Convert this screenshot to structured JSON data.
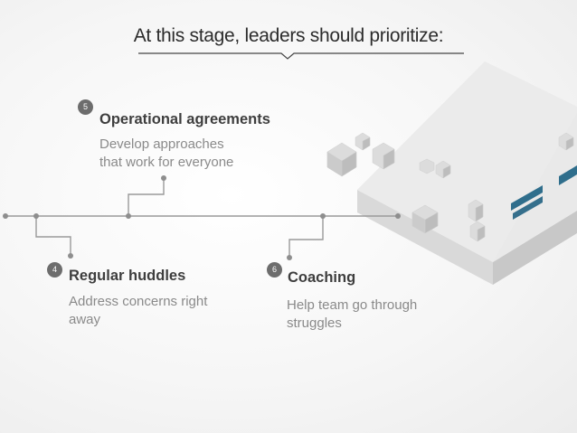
{
  "header": {
    "title": "At this stage, leaders should prioritize:"
  },
  "items": [
    {
      "number": "5",
      "title": "Operational agreements",
      "desc_lines": [
        "Develop approaches",
        "that work for everyone"
      ]
    },
    {
      "number": "4",
      "title": "Regular huddles",
      "desc_lines": [
        "Address concerns right",
        "away"
      ]
    },
    {
      "number": "6",
      "title": "Coaching",
      "desc_lines": [
        "Help team go through",
        "struggles"
      ]
    }
  ],
  "colors": {
    "badge": "#6d6d6d",
    "line": "#9a9a9a",
    "panel": "#2f6e8c"
  },
  "icons": {
    "building": "isometric-floor-plan-icon"
  }
}
